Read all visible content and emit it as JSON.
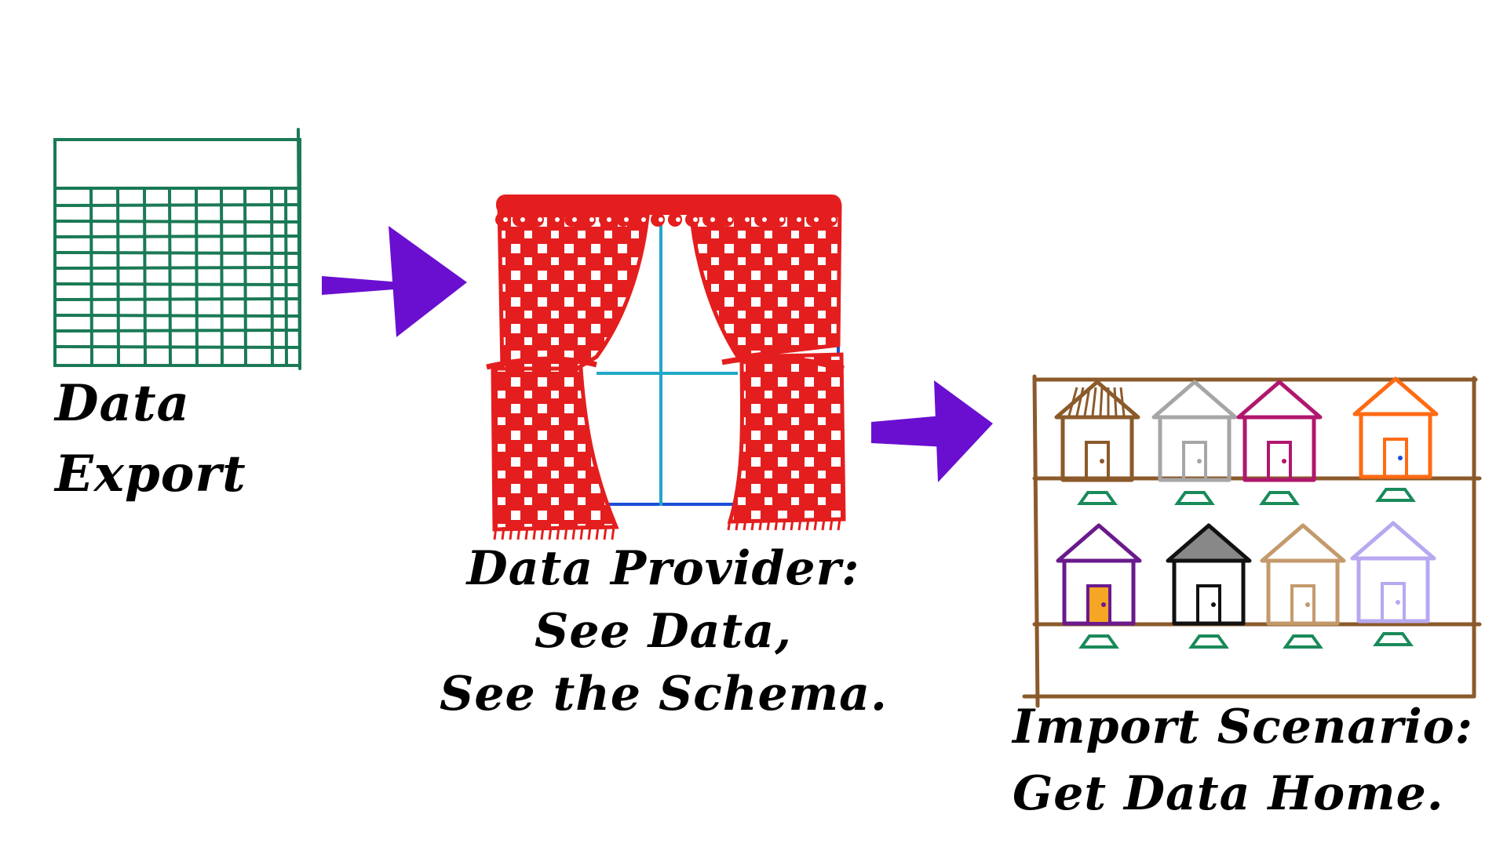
{
  "diagram": {
    "steps": [
      {
        "id": "data-export",
        "label_lines": [
          "Data",
          "Export"
        ]
      },
      {
        "id": "data-provider",
        "label_lines": [
          "Data Provider:",
          "See Data,",
          "See the Schema."
        ]
      },
      {
        "id": "import-scenario",
        "label_lines": [
          "Import Scenario:",
          "Get Data Home."
        ]
      }
    ],
    "colors": {
      "spreadsheet": "#1a7a55",
      "arrow": "#6a0fd0",
      "curtain": "#e41e1e",
      "window_frame": "#1a4fd6",
      "window_pane": "#21a8c8",
      "shelf": "#8b5a2b",
      "stand": "#1a8a5a"
    },
    "houses": [
      {
        "color": "#8b5a2b",
        "roof": "hatched",
        "icon": "house-icon"
      },
      {
        "color": "#a6a6a6",
        "roof": "columns",
        "icon": "temple-icon"
      },
      {
        "color": "#b0176e",
        "roof": "double-peak",
        "icon": "house-icon"
      },
      {
        "color": "#ff6a13",
        "roof": "round",
        "icon": "house-icon"
      },
      {
        "color": "#6a1a8c",
        "roof": "peak",
        "icon": "house-icon"
      },
      {
        "color": "#111111",
        "roof": "gray-hatched",
        "icon": "house-icon"
      },
      {
        "color": "#c49a6c",
        "roof": "flat",
        "icon": "house-icon"
      },
      {
        "color": "#b8a8f0",
        "roof": "columns",
        "icon": "temple-icon"
      }
    ]
  }
}
